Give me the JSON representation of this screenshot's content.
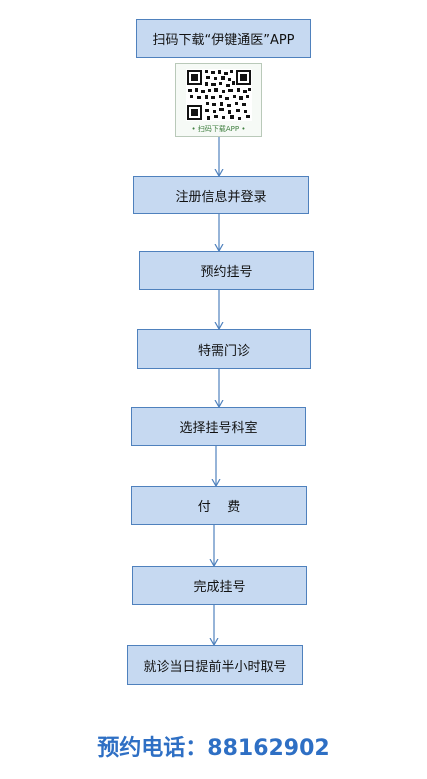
{
  "steps": [
    {
      "label": "扫码下载“伊键通医”APP"
    },
    {
      "label": "注册信息并登录"
    },
    {
      "label": "预约挂号"
    },
    {
      "label": "特需门诊"
    },
    {
      "label": "选择挂号科室"
    },
    {
      "label": "付    费"
    },
    {
      "label": "完成挂号"
    },
    {
      "label": "就诊当日提前半小时取号"
    }
  ],
  "qr_caption": "• 扫码下载APP •",
  "phone": {
    "label": "预约电话：",
    "number": "88162902"
  },
  "colors": {
    "box_fill": "#c6d9f1",
    "box_border": "#4f81bd",
    "arrow": "#4f81bd",
    "phone_text": "#2e6fc4"
  }
}
